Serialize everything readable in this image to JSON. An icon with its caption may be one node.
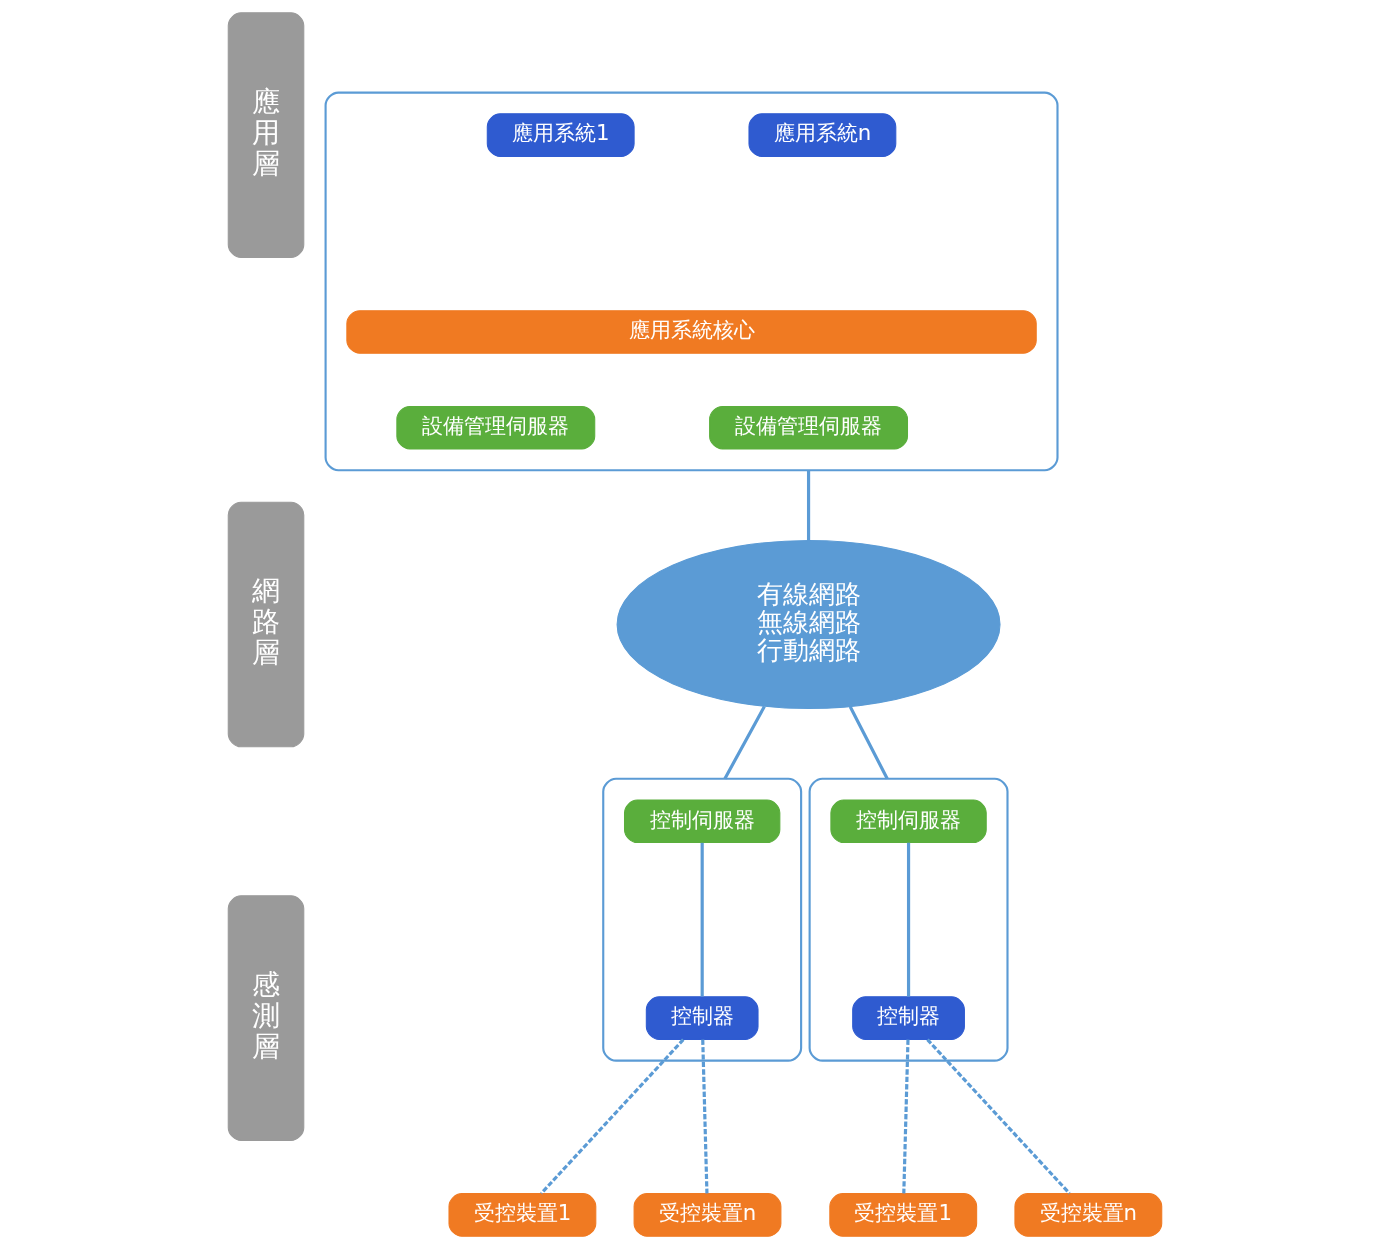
{
  "diagram": {
    "nodes": [
      {
        "text": [
          "應用層"
        ]
      },
      {
        "text": [
          "網路層"
        ]
      },
      {
        "text": [
          "感測層"
        ]
      },
      {
        "text": [],
        "shape": "box"
      },
      {
        "text": [
          "應用系統1"
        ],
        "in": 3
      },
      {
        "text": [
          "應用系統n"
        ],
        "in": 3
      },
      {
        "text": [
          "應用系統核心"
        ],
        "in": 3
      },
      {
        "text": [
          "設備管理伺服器"
        ],
        "in": 3
      },
      {
        "text": [
          "設備管理伺服器"
        ],
        "in": 3
      },
      {
        "text": [
          "有線網路",
          "無線網路",
          "行動網路"
        ]
      },
      {
        "text": [],
        "shape": "box"
      },
      {
        "text": [
          "控制伺服器"
        ],
        "in": 10
      },
      {
        "text": [
          "控制器"
        ],
        "in": 10
      },
      {
        "text": [
          "受控裝置1"
        ]
      },
      {
        "text": [
          "受控裝置n"
        ]
      },
      {
        "text": [],
        "shape": "box"
      },
      {
        "text": [
          "控制伺服器"
        ],
        "in": 15
      },
      {
        "text": [
          "控制器"
        ],
        "in": 15
      },
      {
        "text": [
          "受控裝置1"
        ]
      },
      {
        "text": [
          "受控裝置n"
        ]
      }
    ],
    "edges": [
      {
        "from": 3,
        "to": 9,
        "arrow": "none"
      },
      {
        "from": 9,
        "to": 10,
        "arrow": "none"
      },
      {
        "from": 9,
        "to": 15,
        "arrow": "none"
      },
      {
        "from": 11,
        "to": 12,
        "arrow": "none"
      },
      {
        "from": 12,
        "to": 13,
        "arrow": "none",
        "style": "dashed"
      },
      {
        "from": 12,
        "to": 14,
        "arrow": "none",
        "style": "dashed"
      },
      {
        "from": 16,
        "to": 17,
        "arrow": "none"
      },
      {
        "from": 17,
        "to": 18,
        "arrow": "none",
        "style": "dashed"
      },
      {
        "from": 17,
        "to": 19,
        "arrow": "none",
        "style": "dashed"
      }
    ]
  }
}
